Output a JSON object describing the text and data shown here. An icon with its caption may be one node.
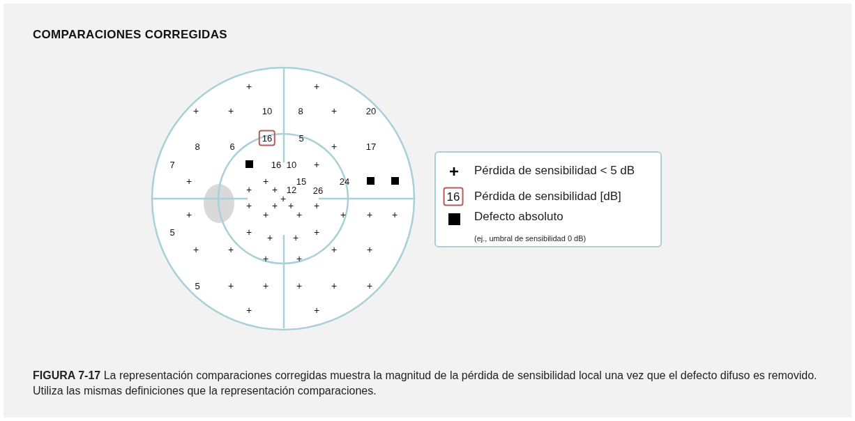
{
  "diagram": {
    "title": "COMPARACIONES CORREGIDAS",
    "caption": "**FIGURA 7-17** La representación comparaciones corregidas muestra la magnitud de la pérdida de sensibilidad local una vez que el defecto difuso es removido. Utiliza las mismas definiciones que la representación comparaciones.",
    "labels": [
      "+",
      "+",
      "+",
      "+",
      "10",
      "8",
      "+",
      "20",
      "16",
      "5",
      "8",
      "6",
      "+",
      "17",
      "7",
      "16",
      "10",
      "+",
      "+",
      "+",
      "15",
      "24",
      "+",
      "+",
      "12",
      "26",
      "+",
      "+",
      "+",
      "+",
      "+",
      "+",
      "+",
      "+",
      "+",
      "+",
      "+",
      "5",
      "+",
      "+",
      "+",
      "+",
      "+",
      "+",
      "+",
      "+",
      "+",
      "+",
      "5",
      "+",
      "+",
      "+",
      "+",
      "+",
      "+",
      "+",
      "16",
      "(ej., umbral de sensibilidad 0 dB)"
    ],
    "legend": [
      {
        "text": "Pérdida de sensibilidad < 5 dB"
      },
      {
        "text": "Pérdida de sensibilidad [dB]"
      },
      {
        "text": "Defecto absoluto"
      }
    ]
  }
}
